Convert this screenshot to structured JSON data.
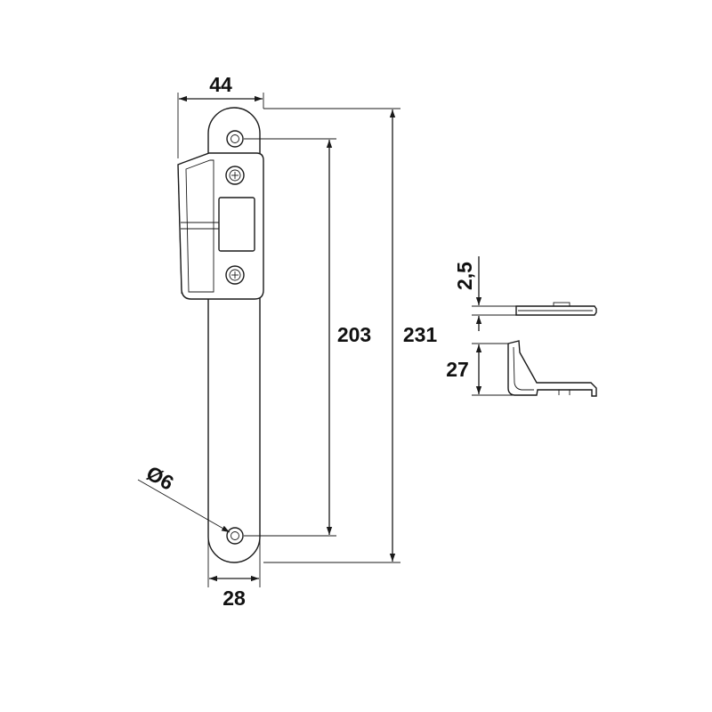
{
  "diagram": {
    "dimensions": {
      "top_width": "44",
      "bottom_width": "28",
      "hole_spacing": "203",
      "total_length": "231",
      "hole_diameter": "Ø6",
      "plate_thickness": "2,5",
      "bracket_depth": "27"
    }
  },
  "colors": {
    "line": "#1a1a1a",
    "background": "#ffffff"
  }
}
